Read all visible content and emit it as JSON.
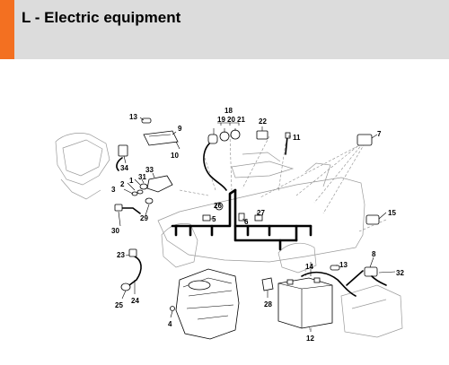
{
  "header": {
    "title": "L - Electric equipment"
  },
  "diagram": {
    "labels": [
      "1",
      "2",
      "3",
      "4",
      "5",
      "6",
      "7",
      "8",
      "9",
      "10",
      "11",
      "12",
      "13",
      "13",
      "14",
      "15",
      "18",
      "19",
      "20",
      "21",
      "22",
      "23",
      "24",
      "25",
      "26",
      "27",
      "28",
      "29",
      "30",
      "31",
      "32",
      "33",
      "34"
    ]
  },
  "colors": {
    "accent": "#f37021",
    "header_bg": "#dcdcdc"
  }
}
